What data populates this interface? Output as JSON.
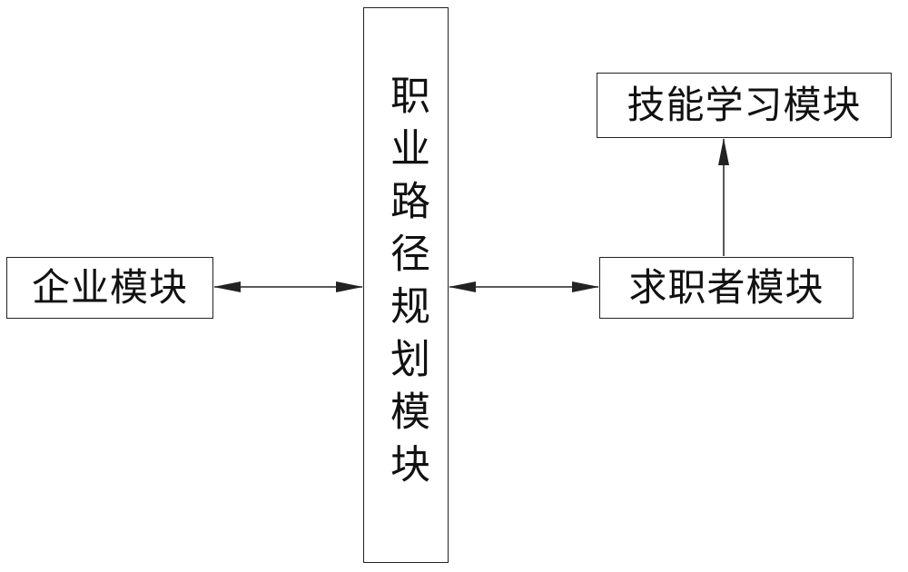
{
  "diagram": {
    "nodes": {
      "company": {
        "label": "企业模块"
      },
      "career_planning": {
        "label": "职业路径规划模块"
      },
      "job_seeker": {
        "label": "求职者模块"
      },
      "skill_learning": {
        "label": "技能学习模块"
      }
    },
    "edges": [
      {
        "from": "company",
        "to": "career_planning",
        "direction": "bidirectional"
      },
      {
        "from": "career_planning",
        "to": "job_seeker",
        "direction": "bidirectional"
      },
      {
        "from": "job_seeker",
        "to": "skill_learning",
        "direction": "forward"
      }
    ],
    "colors": {
      "line": "#222222",
      "box_border": "#222222",
      "background": "#ffffff"
    }
  }
}
